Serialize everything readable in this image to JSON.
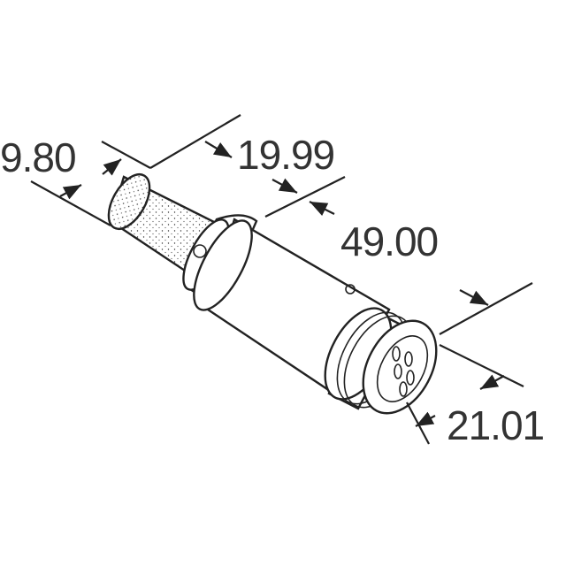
{
  "dimensions": {
    "sleeve_diameter": "9.80",
    "sleeve_length": "19.99",
    "overall_length": "49.00",
    "body_diameter": "21.01"
  }
}
